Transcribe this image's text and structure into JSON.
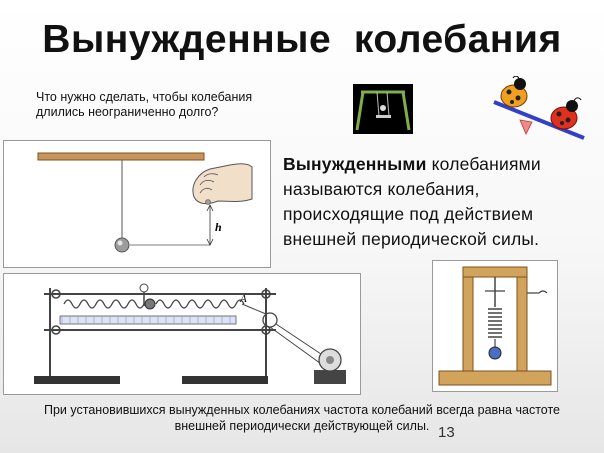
{
  "slide": {
    "title": "Вынужденные  колебания",
    "question": "Что нужно сделать, чтобы колебания длились неограниченно долго?",
    "definition_bold": "Вынужденными",
    "definition_rest": " колебаниями  называются колебания,  происходящие под действием внешней периодической силы.",
    "conclusion": "При установившихся вынужденных колебаниях частота колебаний всегда равна частоте  внешней периодически действующей силы.",
    "page_number": "13"
  },
  "figures": {
    "pendulum_label_h": "h",
    "spring_table_label_A": "A"
  }
}
